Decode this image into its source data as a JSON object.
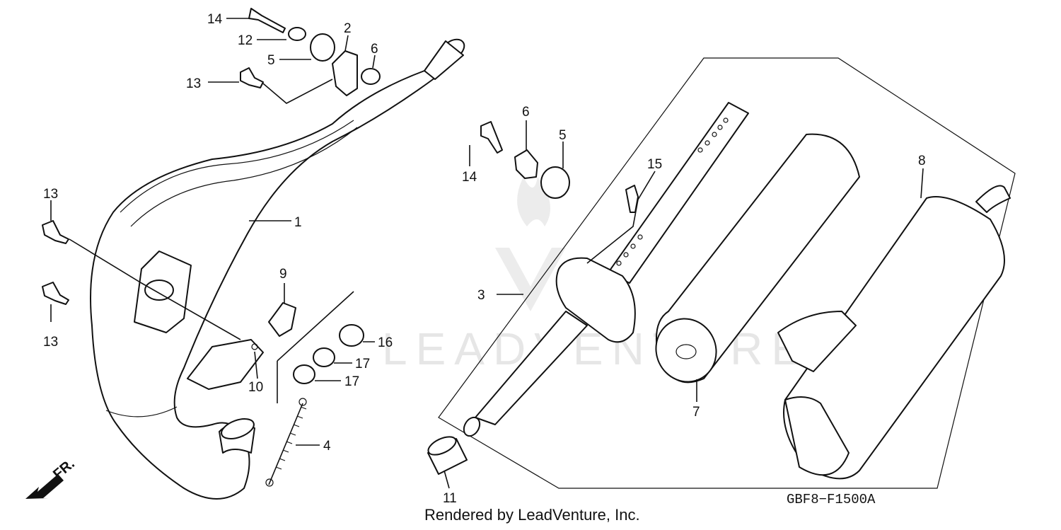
{
  "diagram": {
    "code": "GBF8−F1500A",
    "credit": "Rendered by LeadVenture, Inc.",
    "direction_label": "FR.",
    "watermark": "LEADVENTURE"
  },
  "callouts": [
    {
      "id": "c14a",
      "label": "14"
    },
    {
      "id": "c12",
      "label": "12"
    },
    {
      "id": "c2",
      "label": "2"
    },
    {
      "id": "c5a",
      "label": "5"
    },
    {
      "id": "c6a",
      "label": "6"
    },
    {
      "id": "c13a",
      "label": "13"
    },
    {
      "id": "c13b",
      "label": "13"
    },
    {
      "id": "c13c",
      "label": "13"
    },
    {
      "id": "c1",
      "label": "1"
    },
    {
      "id": "c9",
      "label": "9"
    },
    {
      "id": "c10",
      "label": "10"
    },
    {
      "id": "c16",
      "label": "16"
    },
    {
      "id": "c17a",
      "label": "17"
    },
    {
      "id": "c17b",
      "label": "17"
    },
    {
      "id": "c4",
      "label": "4"
    },
    {
      "id": "c6b",
      "label": "6"
    },
    {
      "id": "c5b",
      "label": "5"
    },
    {
      "id": "c14b",
      "label": "14"
    },
    {
      "id": "c15",
      "label": "15"
    },
    {
      "id": "c3",
      "label": "3"
    },
    {
      "id": "c8",
      "label": "8"
    },
    {
      "id": "c7",
      "label": "7"
    },
    {
      "id": "c11",
      "label": "11"
    }
  ]
}
